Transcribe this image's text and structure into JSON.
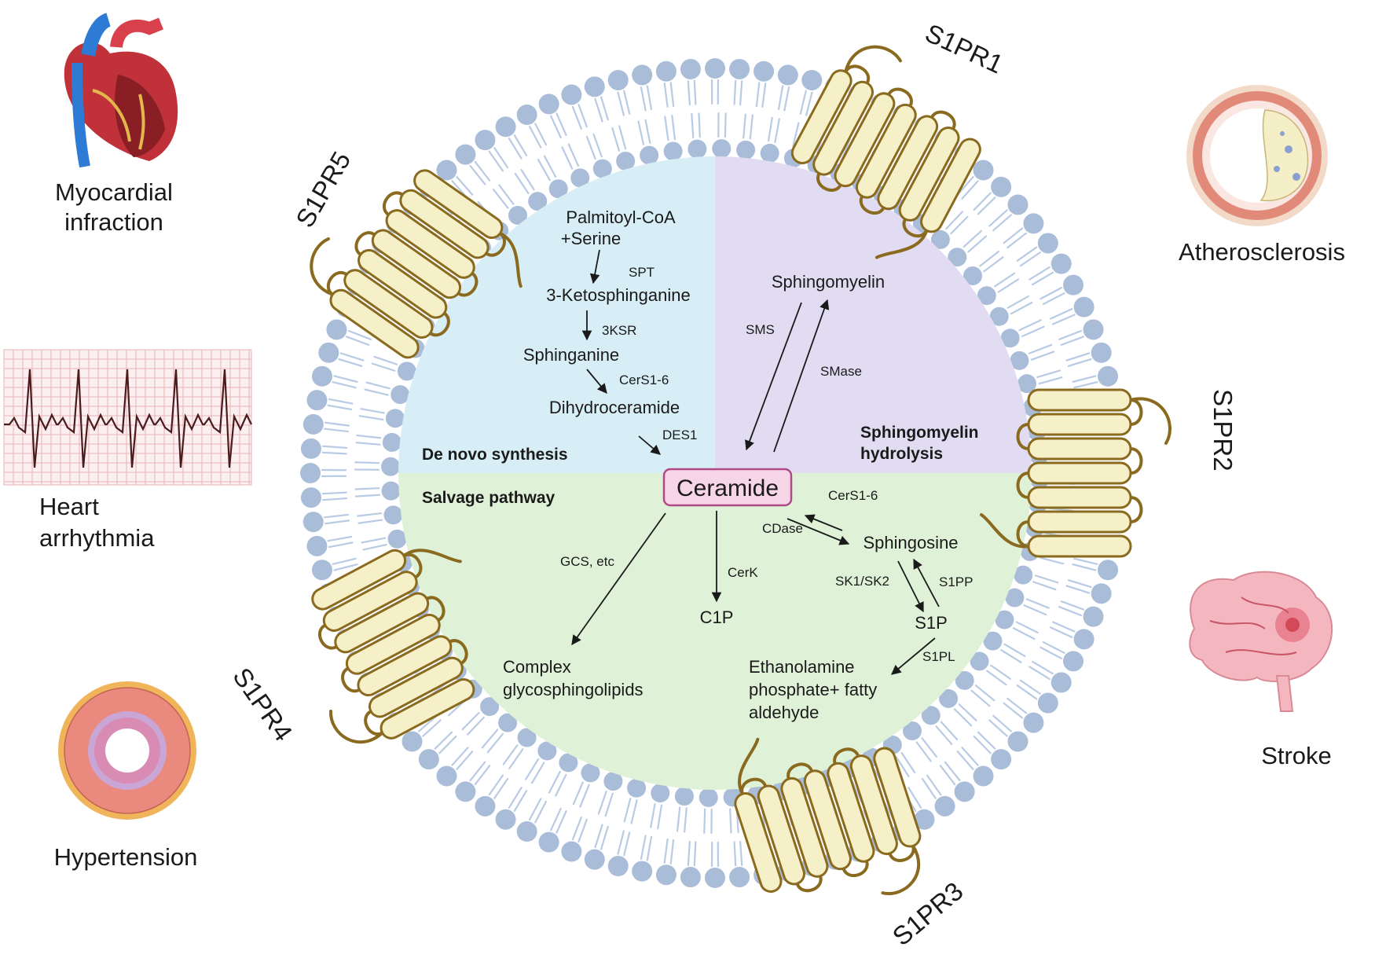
{
  "diseases": {
    "myocardial": [
      "Myocardial",
      "infraction"
    ],
    "arrhythmia": [
      "Heart",
      "arrhythmia"
    ],
    "hypertension": "Hypertension",
    "atherosclerosis": "Atherosclerosis",
    "stroke": "Stroke"
  },
  "receptors": {
    "r1": "S1PR1",
    "r2": "S1PR2",
    "r3": "S1PR3",
    "r4": "S1PR4",
    "r5": "S1PR5"
  },
  "pathways": {
    "denovo": "De novo synthesis",
    "hydrolysis": [
      "Sphingomyelin",
      "hydrolysis"
    ],
    "salvage": "Salvage pathway"
  },
  "metabolites": {
    "palmitoyl": [
      "Palmitoyl-CoA",
      "+Serine"
    ],
    "ketosphinganine": "3-Ketosphinganine",
    "sphinganine": "Sphinganine",
    "dihydroceramide": "Dihydroceramide",
    "sphingomyelin": "Sphingomyelin",
    "ceramide": "Ceramide",
    "sphingosine": "Sphingosine",
    "s1p": "S1P",
    "c1p": "C1P",
    "complex": [
      "Complex",
      "glycosphingolipids"
    ],
    "ethanolamine": [
      "Ethanolamine",
      "phosphate+ fatty",
      "aldehyde"
    ]
  },
  "enzymes": {
    "spt": "SPT",
    "ksr": "3KSR",
    "cers_a": "CerS1-6",
    "des1": "DES1",
    "sms": "SMS",
    "smase": "SMase",
    "cers_b": "CerS1-6",
    "cdase": "CDase",
    "sk": "SK1/SK2",
    "s1pp": "S1PP",
    "s1pl": "S1PL",
    "cerk": "CerK",
    "gcs": "GCS, etc"
  },
  "colors": {
    "denovo_fill": "#d8eef6",
    "hydrolysis_fill": "#e2dcf2",
    "salvage_fill": "#dff2d8",
    "lipid_head": "#a9bcd8",
    "lipid_tail": "#b9cbe4",
    "receptor_fill": "#f6f0c8",
    "receptor_stroke": "#8a6a1e",
    "ceramide_fill": "#f6d5e6",
    "ceramide_stroke": "#b04a86"
  }
}
